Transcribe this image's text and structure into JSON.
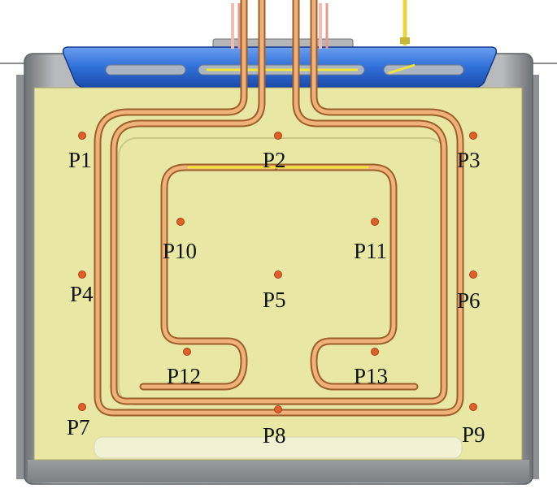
{
  "points": [
    {
      "id": "p1",
      "label": "P1"
    },
    {
      "id": "p2",
      "label": "P2"
    },
    {
      "id": "p3",
      "label": "P3"
    },
    {
      "id": "p4",
      "label": "P4"
    },
    {
      "id": "p5",
      "label": "P5"
    },
    {
      "id": "p6",
      "label": "P6"
    },
    {
      "id": "p7",
      "label": "P7"
    },
    {
      "id": "p8",
      "label": "P8"
    },
    {
      "id": "p9",
      "label": "P9"
    },
    {
      "id": "p10",
      "label": "P10"
    },
    {
      "id": "p11",
      "label": "P11"
    },
    {
      "id": "p12",
      "label": "P12"
    },
    {
      "id": "p13",
      "label": "P13"
    }
  ],
  "colors": {
    "housing": "#a6a8aa",
    "housing_dark": "#6f7275",
    "lid": "#2f6fd8",
    "plate": "#e8e8a4",
    "tube": "#e2a266",
    "tube_edge": "#9c5e2a",
    "point": "#e0602a",
    "yellow_line": "#f1e338"
  }
}
